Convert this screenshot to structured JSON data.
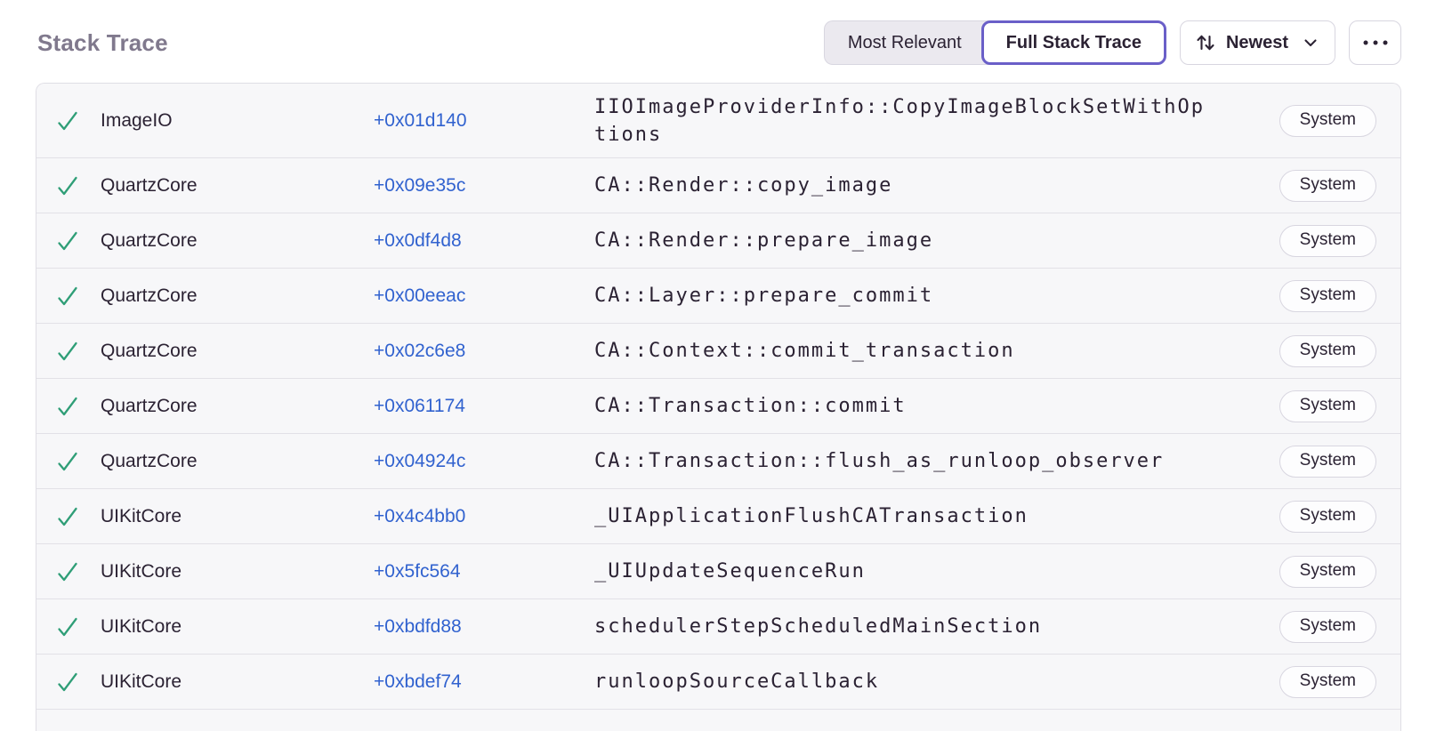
{
  "colors": {
    "accent_purple": "#6a5fc8",
    "link_blue": "#3162cf",
    "success_green": "#2f9e77",
    "text_dark": "#2b2233",
    "heading_gray": "#80798d",
    "row_background": "#f7f7f9"
  },
  "header": {
    "title": "Stack Trace",
    "view_toggle": {
      "most_relevant_label": "Most Relevant",
      "full_stack_trace_label": "Full Stack Trace",
      "active": "Full Stack Trace"
    },
    "sort_button": {
      "label": "Newest",
      "icon": "sort-arrows-icon",
      "chevron": "chevron-down-icon"
    },
    "more_button": {
      "icon": "ellipsis-icon"
    }
  },
  "stack_trace": {
    "row_status_icon": "check-icon",
    "frames": [
      {
        "module": "ImageIO",
        "address": "+0x01d140",
        "function": "IIOImageProviderInfo::CopyImageBlockSetWithOptions",
        "tag": "System"
      },
      {
        "module": "QuartzCore",
        "address": "+0x09e35c",
        "function": "CA::Render::copy_image",
        "tag": "System"
      },
      {
        "module": "QuartzCore",
        "address": "+0x0df4d8",
        "function": "CA::Render::prepare_image",
        "tag": "System"
      },
      {
        "module": "QuartzCore",
        "address": "+0x00eeac",
        "function": "CA::Layer::prepare_commit",
        "tag": "System"
      },
      {
        "module": "QuartzCore",
        "address": "+0x02c6e8",
        "function": "CA::Context::commit_transaction",
        "tag": "System"
      },
      {
        "module": "QuartzCore",
        "address": "+0x061174",
        "function": "CA::Transaction::commit",
        "tag": "System"
      },
      {
        "module": "QuartzCore",
        "address": "+0x04924c",
        "function": "CA::Transaction::flush_as_runloop_observer",
        "tag": "System"
      },
      {
        "module": "UIKitCore",
        "address": "+0x4c4bb0",
        "function": "_UIApplicationFlushCATransaction",
        "tag": "System"
      },
      {
        "module": "UIKitCore",
        "address": "+0x5fc564",
        "function": "_UIUpdateSequenceRun",
        "tag": "System"
      },
      {
        "module": "UIKitCore",
        "address": "+0xbdfd88",
        "function": "schedulerStepScheduledMainSection",
        "tag": "System"
      },
      {
        "module": "UIKitCore",
        "address": "+0xbdef74",
        "function": "runloopSourceCallback",
        "tag": "System"
      }
    ]
  }
}
